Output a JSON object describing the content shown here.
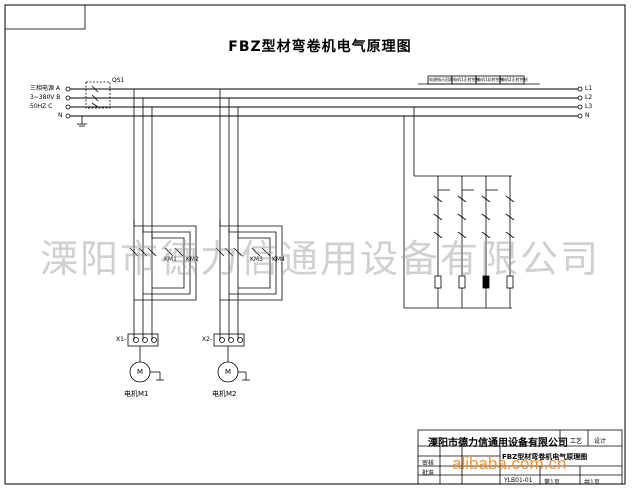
{
  "diagram": {
    "title": "FBZ型材弯卷机电气原理图",
    "watermark": "溧阳市德力信通用设备有限公司",
    "supply_labels": [
      "三相电源 A",
      "3~380V B",
      "50HZ C",
      "N"
    ],
    "breaker_label": "QS1",
    "bus_labels_right": [
      "L1",
      "L2",
      "L3",
      "N"
    ],
    "control_header": [
      "电源指示回路",
      "电机1正转控制",
      "电机1反转控制",
      "电机2正转控制"
    ],
    "motor_labels": [
      "电机M1",
      "电机M2"
    ],
    "motor_symbol": "M",
    "terminal_labels": [
      "X1-",
      "X2-"
    ],
    "contactor_labels": [
      "KM1",
      "KM2",
      "KM3",
      "KM4"
    ]
  },
  "title_block": {
    "company": "溧阳市德力信通用设备有限公司",
    "product": "FBZ型材弯卷机电气原理图",
    "doc_type": "工艺",
    "checker": "审核",
    "approver": "批准",
    "drawer": "设计",
    "page": "第1页",
    "total": "共1页",
    "drawing_no": "YLB01-01"
  },
  "overlay": {
    "alibaba": "alibaba.com.cn"
  }
}
